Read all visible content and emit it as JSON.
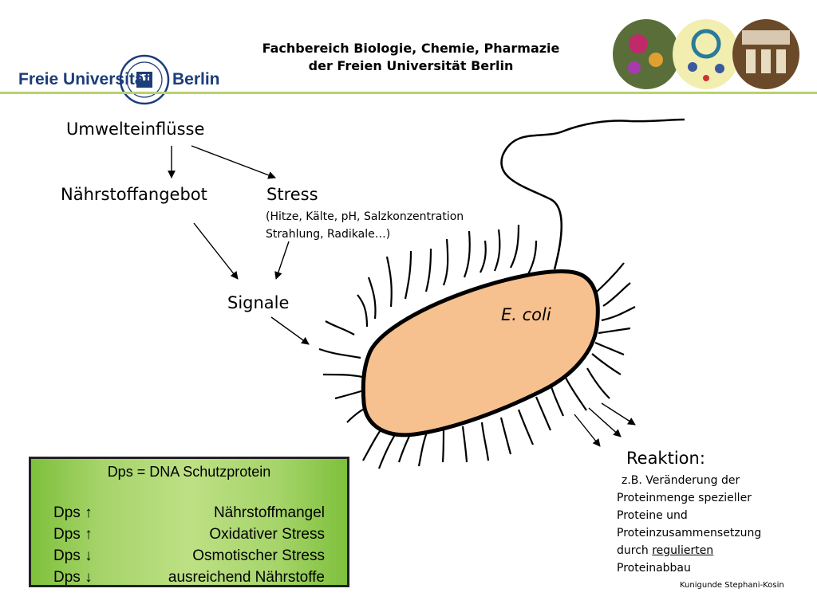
{
  "header": {
    "line1": "Fachbereich Biologie, Chemie, Pharmazie",
    "line2": "der Freien Universität Berlin"
  },
  "logo": {
    "left": "Freie Universität",
    "right": "Berlin"
  },
  "diagram": {
    "umwelt": "Umwelteinflüsse",
    "naehrstoff": "Nährstoffangebot",
    "stress": "Stress",
    "stress_detail_1": "(Hitze, Kälte, pH, Salzkonzentration",
    "stress_detail_2": "Strahlung, Radikale…)",
    "signale": "Signale",
    "ecoli": "E. coli",
    "reaktion": "Reaktion:",
    "reaktion_lines": [
      "z.B. Veränderung der",
      "Proteinmenge spezieller",
      "Proteine und",
      "Proteinzusammensetzung"
    ],
    "reaktion_line5_prefix": "durch ",
    "reaktion_line5_underlined": "regulierten",
    "reaktion_line6": "Proteinabbau"
  },
  "dps_box": {
    "title": "Dps = DNA Schutzprotein",
    "rows": [
      {
        "left": "Dps ↑",
        "right": "Nährstoffmangel"
      },
      {
        "left": "Dps ↑",
        "right": "Oxidativer Stress"
      },
      {
        "left": "Dps ↓",
        "right": "Osmotischer Stress"
      },
      {
        "left": "Dps ↓",
        "right": "ausreichend Nährstoffe"
      }
    ]
  },
  "footer": {
    "author": "Kunigunde Stephani-Kosin"
  },
  "colors": {
    "cell_fill": "#f7c08f",
    "accent_line": "#b7d36c",
    "box_green": "#a6d46a",
    "logo_blue": "#1c3d7a"
  }
}
